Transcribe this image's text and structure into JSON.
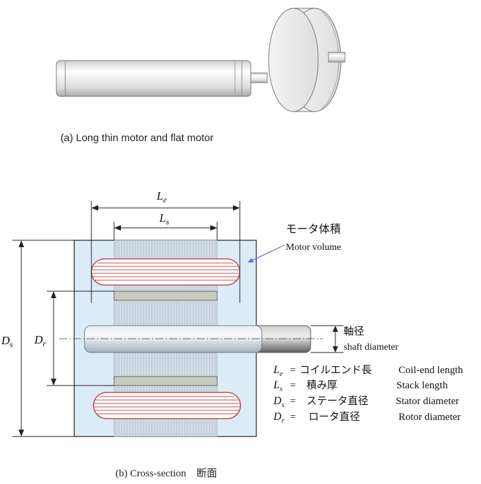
{
  "caption_a": "(a) Long thin motor and flat motor",
  "caption_b": "(b) Cross-section　断面",
  "dims": {
    "le": {
      "sym": "L",
      "sub": "e"
    },
    "ls": {
      "sym": "L",
      "sub": "s"
    },
    "ds": {
      "sym": "D",
      "sub": "s"
    },
    "dr": {
      "sym": "D",
      "sub": "r"
    }
  },
  "motor_volume": {
    "jp": "モータ体積",
    "en": "Motor volume"
  },
  "shaft_diameter": {
    "jp": "軸径",
    "en": "shaft diameter"
  },
  "legend": [
    {
      "sym": "L",
      "sub": "e",
      "eq": "=",
      "jp": "コイルエンド長",
      "en": "Coil-end length"
    },
    {
      "sym": "L",
      "sub": "s",
      "eq": "=",
      "jp": "積み厚",
      "en": "Stack length"
    },
    {
      "sym": "D",
      "sub": "s",
      "eq": "=",
      "jp": "ステータ直径",
      "en": "Stator diameter"
    },
    {
      "sym": "D",
      "sub": "r",
      "eq": "=",
      "jp": "ロータ直径",
      "en": "Rotor diameter"
    }
  ],
  "colors": {
    "volume_fill": "#dcecf6",
    "stator": "#cdd7e1",
    "coil": "#c0504d",
    "arrow": "#5b6fd6"
  }
}
